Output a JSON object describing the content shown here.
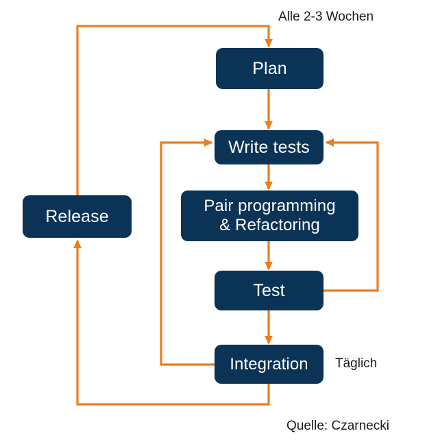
{
  "diagram": {
    "title": "Extreme Programming / Agile Iteration Cycle",
    "colors": {
      "node_fill": "#0a3356",
      "node_text": "#ffffff",
      "connector": "#ed7d1c",
      "background": "#ffffff",
      "caption_text": "#1a1a1a"
    },
    "nodes": [
      {
        "id": "plan",
        "label": "Plan"
      },
      {
        "id": "write-tests",
        "label": "Write tests"
      },
      {
        "id": "pair",
        "label": "Pair programming\n& Refactoring"
      },
      {
        "id": "test",
        "label": "Test"
      },
      {
        "id": "integration",
        "label": "Integration"
      },
      {
        "id": "release",
        "label": "Release"
      }
    ],
    "captions": [
      {
        "id": "cadence-iteration",
        "label": "Alle 2-3 Wochen"
      },
      {
        "id": "cadence-daily",
        "label": "Täglich"
      },
      {
        "id": "source",
        "label": "Quelle: Czarnecki"
      }
    ],
    "connectors": [
      {
        "id": "plan-to-write-tests",
        "from": "plan",
        "to": "write-tests",
        "arrow": true
      },
      {
        "id": "write-tests-to-pair",
        "from": "write-tests",
        "to": "pair",
        "arrow": true
      },
      {
        "id": "pair-to-test",
        "from": "pair",
        "to": "test",
        "arrow": true
      },
      {
        "id": "test-to-integration",
        "from": "test",
        "to": "integration",
        "arrow": true
      },
      {
        "id": "test-back-to-write-tests",
        "from": "test",
        "to": "write-tests",
        "arrow": true
      },
      {
        "id": "integration-to-write-tests",
        "from": "integration",
        "to": "write-tests",
        "arrow": true
      },
      {
        "id": "integration-to-release",
        "from": "integration",
        "to": "release",
        "arrow": true
      },
      {
        "id": "release-to-plan",
        "from": "release",
        "to": "plan",
        "arrow": true
      }
    ]
  }
}
